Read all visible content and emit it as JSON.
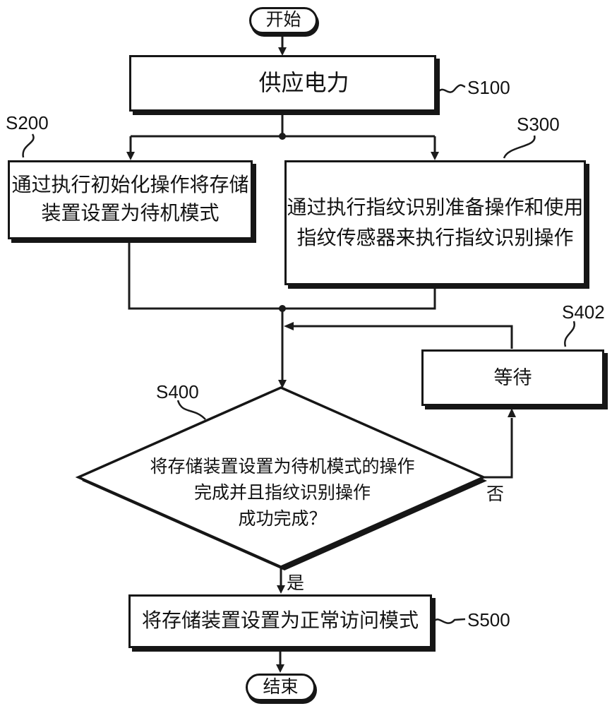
{
  "diagram": {
    "type": "flowchart",
    "language": "zh-CN",
    "colors": {
      "line": "#1b1b1b",
      "background": "#ffffff",
      "node_fill": "#ffffff",
      "text": "#121212"
    },
    "nodes": {
      "start": {
        "shape": "terminator",
        "label": "开始"
      },
      "s100": {
        "shape": "process",
        "step": "S100",
        "label": "供应电力"
      },
      "s200": {
        "shape": "process",
        "step": "S200",
        "lines": [
          "通过执行初始化操作将存储",
          "装置设置为待机模式"
        ]
      },
      "s300": {
        "shape": "process",
        "step": "S300",
        "lines": [
          "通过执行指纹识别准备操作和使用",
          "指纹传感器来执行指纹识别操作"
        ]
      },
      "s400": {
        "shape": "decision",
        "step": "S400",
        "lines": [
          "将存储装置设置为待机模式的操作",
          "完成并且指纹识别操作",
          "成功完成？"
        ]
      },
      "s402": {
        "shape": "process",
        "step": "S402",
        "label": "等待"
      },
      "s500": {
        "shape": "process",
        "step": "S500",
        "label": "将存储装置设置为正常访问模式"
      },
      "end": {
        "shape": "terminator",
        "label": "结束"
      }
    },
    "edge_labels": {
      "yes": "是",
      "no": "否"
    }
  }
}
